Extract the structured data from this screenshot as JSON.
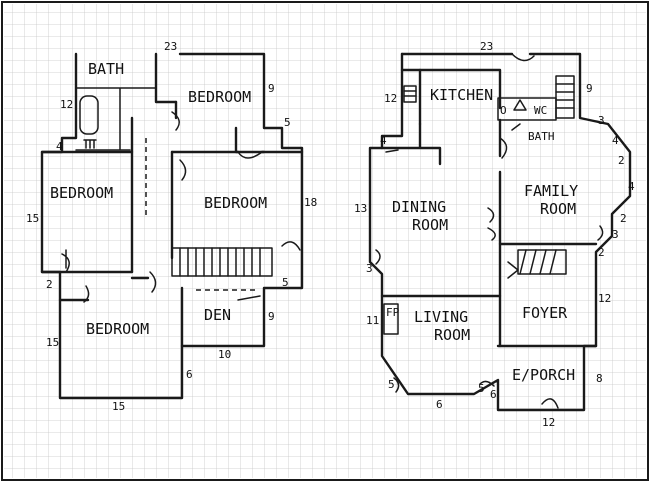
{
  "upper_floor": {
    "rooms": {
      "bath": "BATH",
      "bedroom_top": "BEDROOM",
      "bedroom_left": "BEDROOM",
      "bedroom_right": "BEDROOM",
      "bedroom_bottom": "BEDROOM",
      "den": "DEN"
    },
    "dimensions": {
      "top": "23",
      "right_upper": "9",
      "right_notch": "5",
      "right_main": "18",
      "right_stair": "5",
      "den_side": "9",
      "den_bottom": "10",
      "bath_side": "12",
      "left_notch": "4",
      "left_bedroom": "15",
      "left_small": "2",
      "bottom_bedroom_side": "15",
      "bottom_bedroom_inner": "6",
      "bottom": "15"
    }
  },
  "main_floor": {
    "rooms": {
      "kitchen": "KITCHEN",
      "bath": "BATH",
      "dining_line1": "DINING",
      "dining_line2": "ROOM",
      "family_line1": "FAMILY",
      "family_line2": "ROOM",
      "living_line1": "LIVING",
      "living_line2": "ROOM",
      "foyer": "FOYER",
      "porch": "E/PORCH",
      "fireplace_label": "FP",
      "fixture_wc": "WC",
      "fixture_sink": "O"
    },
    "dimensions": {
      "top": "23",
      "kitchen_side": "12",
      "right_upper": "9",
      "right_bath": "3",
      "left_notch": "4",
      "dining_side": "13",
      "angle_left": "3",
      "fireplace_side": "11",
      "living_corner": "5",
      "living_bottom": "6",
      "living_corner_right": "5",
      "living_right": "6",
      "family_a": "4",
      "family_b": "2",
      "family_c": "4",
      "family_d": "2",
      "family_e": "3",
      "family_f": "2",
      "foyer_side": "12",
      "porch_side": "8",
      "porch_bottom": "12"
    }
  }
}
